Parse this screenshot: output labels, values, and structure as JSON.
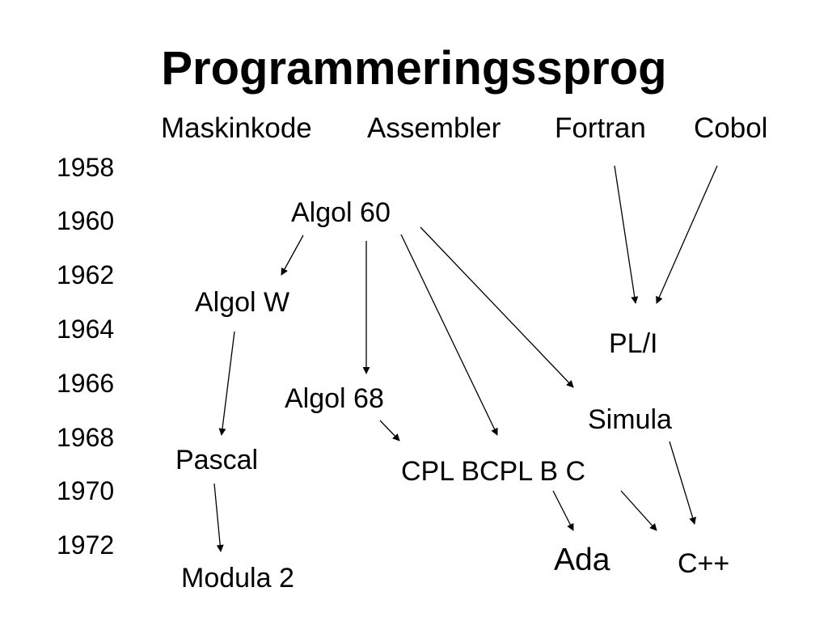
{
  "title": "Programmeringssprog",
  "headers": [
    "Maskinkode",
    "Assembler",
    "Fortran",
    "Cobol"
  ],
  "years": [
    "1958",
    "1960",
    "1962",
    "1964",
    "1966",
    "1968",
    "1970",
    "1972"
  ],
  "nodes": {
    "algol60": "Algol 60",
    "algolw": "Algol W",
    "pl1": "PL/I",
    "algol68": "Algol 68",
    "simula": "Simula",
    "pascal": "Pascal",
    "cpl": "CPL BCPL B C",
    "ada": "Ada",
    "cpp": "C++",
    "modula2": "Modula 2"
  },
  "edges": [
    {
      "from": "Fortran",
      "to": "PL/I"
    },
    {
      "from": "Cobol",
      "to": "PL/I"
    },
    {
      "from": "Algol 60",
      "to": "Algol W"
    },
    {
      "from": "Algol 60",
      "to": "Algol 68"
    },
    {
      "from": "Algol 60",
      "to": "CPL BCPL B C"
    },
    {
      "from": "Algol 60",
      "to": "Simula"
    },
    {
      "from": "Algol W",
      "to": "Pascal"
    },
    {
      "from": "Algol 68",
      "to": "CPL BCPL B C"
    },
    {
      "from": "Pascal",
      "to": "Modula 2"
    },
    {
      "from": "CPL BCPL B C",
      "to": "Ada"
    },
    {
      "from": "CPL BCPL B C",
      "to": "C++"
    },
    {
      "from": "Simula",
      "to": "C++"
    }
  ]
}
